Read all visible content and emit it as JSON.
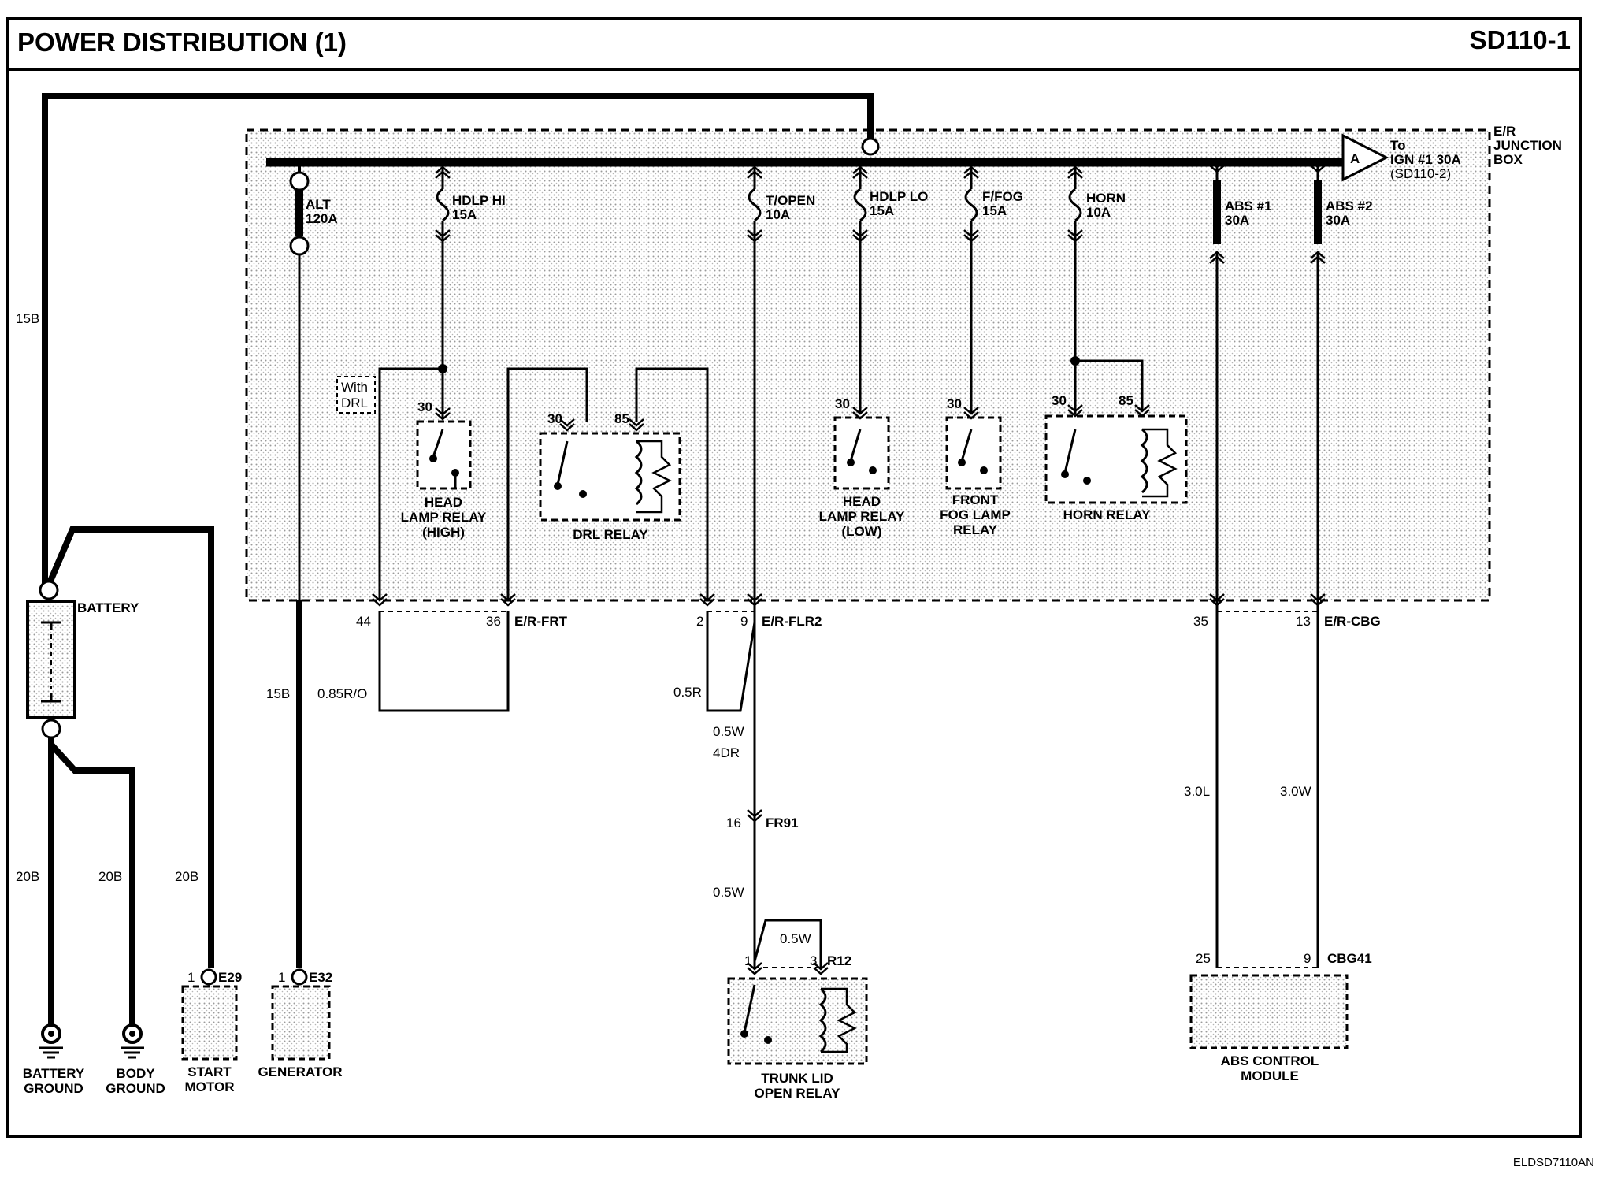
{
  "header": {
    "title": "POWER DISTRIBUTION (1)",
    "sheet": "SD110-1"
  },
  "footer": {
    "code": "ELDSD7110AN"
  },
  "junction_box": {
    "line1": "E/R",
    "line2": "JUNCTION",
    "line3": "BOX"
  },
  "ign_ref": {
    "conn": "A",
    "line1": "To",
    "line2": "IGN #1 30A",
    "line3": "(SD110-2)"
  },
  "fuses": [
    {
      "name": "ALT",
      "rating": "120A"
    },
    {
      "name": "HDLP HI",
      "rating": "15A"
    },
    {
      "name": "T/OPEN",
      "rating": "10A"
    },
    {
      "name": "HDLP LO",
      "rating": "15A"
    },
    {
      "name": "F/FOG",
      "rating": "15A"
    },
    {
      "name": "HORN",
      "rating": "10A"
    },
    {
      "name": "ABS #1",
      "rating": "30A"
    },
    {
      "name": "ABS #2",
      "rating": "30A"
    }
  ],
  "relays": {
    "head_high": {
      "l1": "HEAD",
      "l2": "LAMP RELAY",
      "l3": "(HIGH)",
      "pin": "30"
    },
    "drl": {
      "l1": "DRL RELAY",
      "pin30": "30",
      "pin85": "85"
    },
    "head_low": {
      "l1": "HEAD",
      "l2": "LAMP RELAY",
      "l3": "(LOW)",
      "pin": "30"
    },
    "fog": {
      "l1": "FRONT",
      "l2": "FOG LAMP",
      "l3": "RELAY",
      "pin": "30"
    },
    "horn": {
      "l1": "HORN RELAY",
      "pin30": "30",
      "pin85": "85"
    },
    "trunk": {
      "l1": "TRUNK LID",
      "l2": "OPEN RELAY",
      "pin1": "1",
      "pin3": "3",
      "conn": "R12"
    }
  },
  "with_drl": {
    "l1": "With",
    "l2": "DRL"
  },
  "connectors": {
    "e_r_frt": {
      "name": "E/R-FRT",
      "p44": "44",
      "p36": "36"
    },
    "e_r_flr2": {
      "name": "E/R-FLR2",
      "p2": "2",
      "p9": "9"
    },
    "e_r_cbg": {
      "name": "E/R-CBG",
      "p35": "35",
      "p13": "13"
    },
    "fr91": {
      "name": "FR91",
      "pin": "16"
    },
    "cbg41": {
      "name": "CBG41",
      "p25": "25",
      "p9": "9"
    },
    "e29": {
      "name": "E29",
      "pin": "1"
    },
    "e32": {
      "name": "E32",
      "pin": "1"
    }
  },
  "wires": {
    "w15b_main": "15B",
    "w15b_gen": "15B",
    "w085ro": "0.85R/O",
    "w05r": "0.5R",
    "w05w_a": "0.5W",
    "w4dr": "4DR",
    "w05w_b": "0.5W",
    "w05w_c": "0.5W",
    "w30l": "3.0L",
    "w30w": "3.0W",
    "w20b_a": "20B",
    "w20b_b": "20B",
    "w20b_c": "20B"
  },
  "components": {
    "battery": "BATTERY",
    "battery_ground": {
      "l1": "BATTERY",
      "l2": "GROUND"
    },
    "body_ground": {
      "l1": "BODY",
      "l2": "GROUND"
    },
    "start_motor": {
      "l1": "START",
      "l2": "MOTOR"
    },
    "generator": "GENERATOR",
    "abs_module": {
      "l1": "ABS CONTROL",
      "l2": "MODULE"
    }
  }
}
